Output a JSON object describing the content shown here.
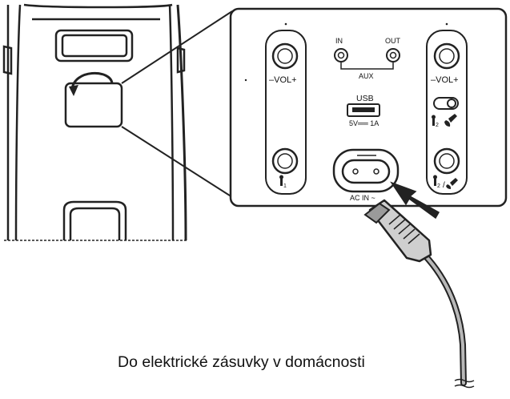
{
  "panel": {
    "aux_label": "AUX",
    "aux_in": "IN",
    "aux_out": "OUT",
    "vol_left": "–VOL+",
    "vol_right": "–VOL+",
    "usb_label": "USB",
    "usb_rating": "5V══ 1A",
    "ac_label": "AC IN ~"
  },
  "caption": "Do elektrické zásuvky v domácnosti"
}
